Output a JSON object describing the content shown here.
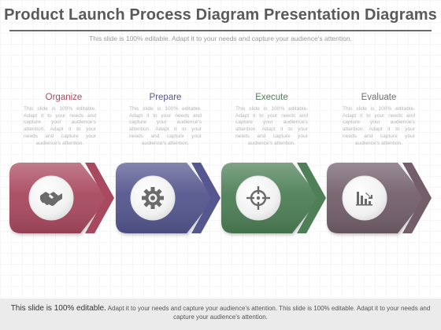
{
  "slide": {
    "title": "Product Launch Process Diagram Presentation Diagrams",
    "subtitle": "This slide is 100% editable. Adapt it to your needs and capture your audience's attention."
  },
  "steps": [
    {
      "title": "Organize",
      "description": "This slide is 100% editable. Adapt it to your needs and capture your audience's attention. Adapt it to your needs and capture your audience's attention.",
      "icon": "handshake-icon",
      "color": "#a8495f",
      "title_color": "#a8495f"
    },
    {
      "title": "Prepare",
      "description": "This slide is 100% editable. Adapt it to your needs and capture your audience's attention. Adapt it to your needs and capture your audience's attention.",
      "icon": "gear-icon",
      "color": "#55578e",
      "title_color": "#55578e"
    },
    {
      "title": "Execute",
      "description": "This slide is 100% editable. Adapt it to your needs and capture your audience's attention. Adapt it to your needs and capture your audience's attention.",
      "icon": "target-icon",
      "color": "#4e7f57",
      "title_color": "#4e7f57"
    },
    {
      "title": "Evaluate",
      "description": "This slide is 100% editable. Adapt it to your needs and capture your audience's attention. Adapt it to your needs and capture your audience's attention.",
      "icon": "bar-chart-icon",
      "color": "#735e6a",
      "title_color": "#6e6e6e"
    }
  ],
  "footer": {
    "lead": "This slide is 100% editable.",
    "text": " Adapt it to your needs and capture your audience's attention. This slide is 100% editable. Adapt it to your needs and capture your audience's attention."
  }
}
